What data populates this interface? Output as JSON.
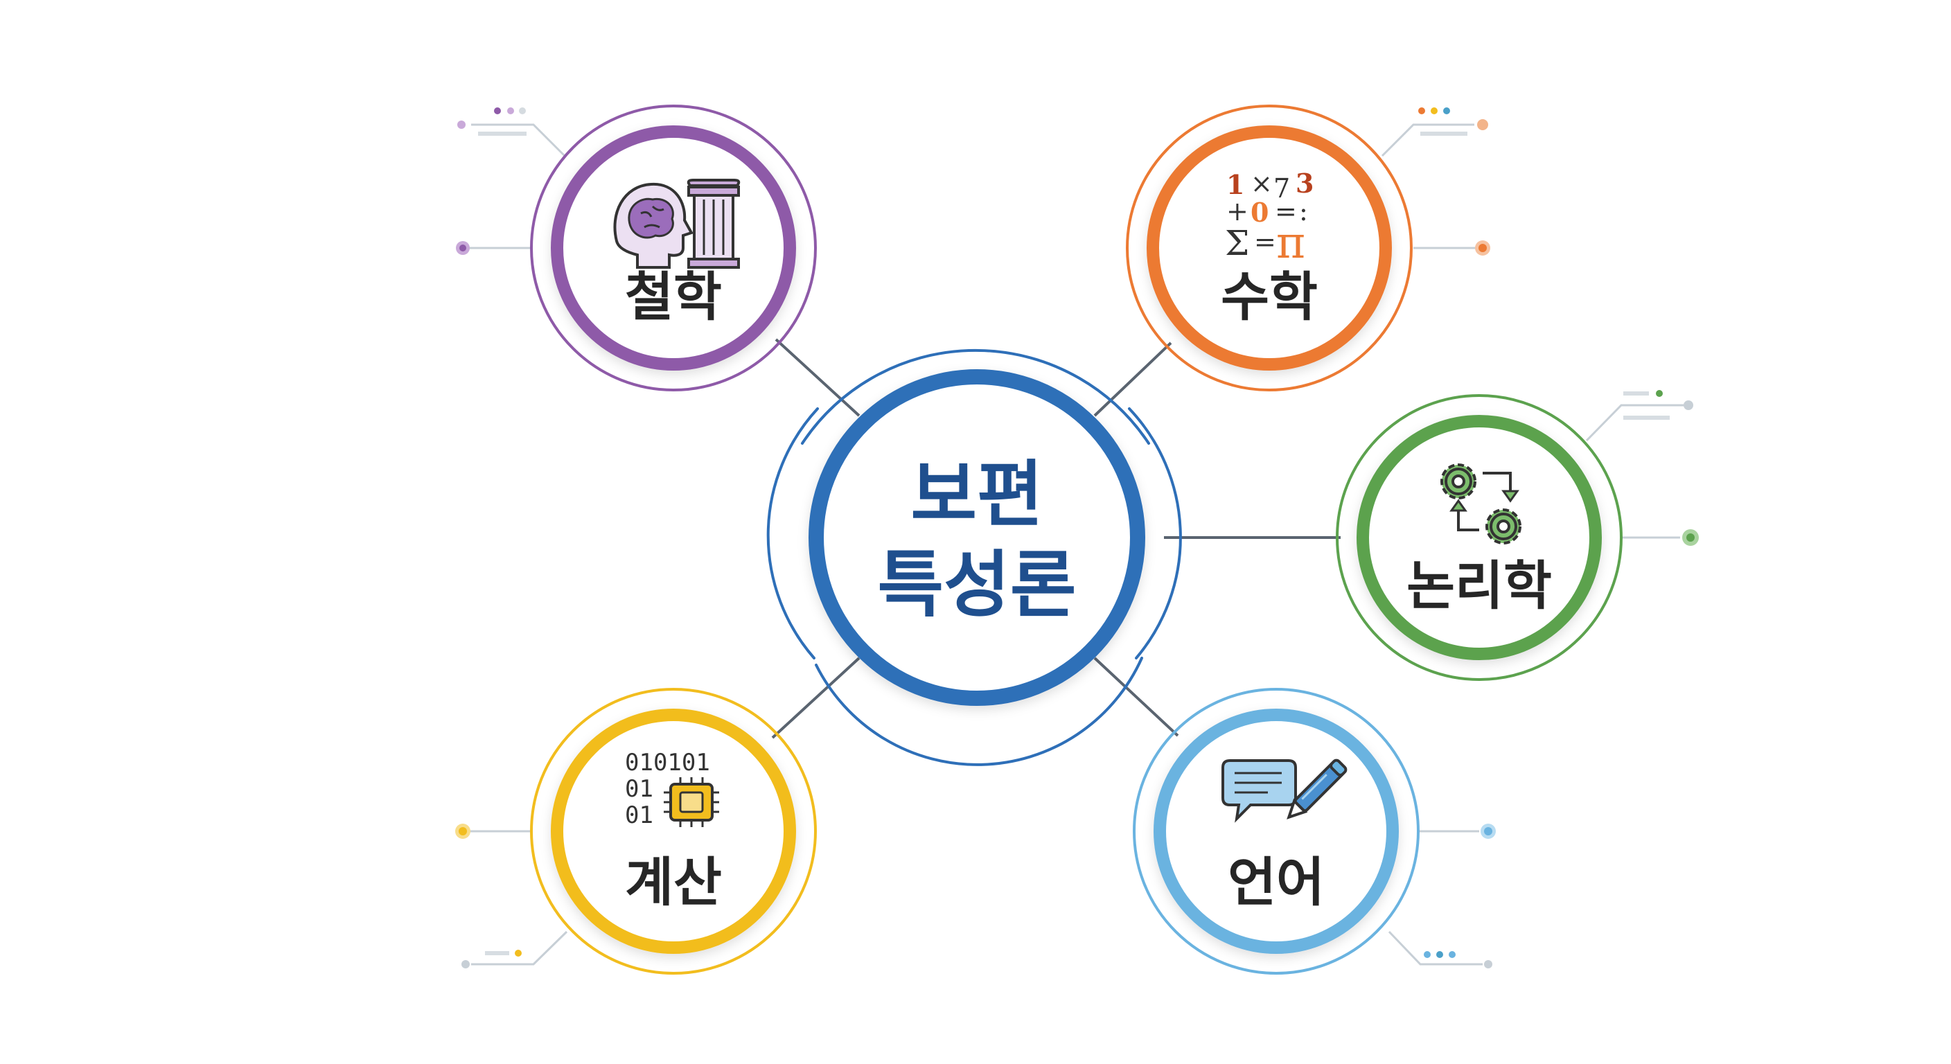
{
  "center": {
    "line1": "보편",
    "line2": "특성론"
  },
  "nodes": {
    "philosophy": {
      "label": "철학",
      "color": "#8e5aa8"
    },
    "mathematics": {
      "label": "수학",
      "color": "#ec7a33"
    },
    "logic": {
      "label": "논리학",
      "color": "#5ca24e"
    },
    "computation": {
      "label": "계산",
      "color": "#f2bd1e"
    },
    "language": {
      "label": "언어",
      "color": "#6ab3e0"
    }
  },
  "center_color": "#2e6fb8",
  "icons": {
    "philosophy": [
      "brain-head-icon",
      "pillar-icon"
    ],
    "mathematics": [
      "math-symbols-icon"
    ],
    "logic": [
      "gears-cycle-icon"
    ],
    "computation": [
      "binary-chip-icon"
    ],
    "language": [
      "speech-pen-icon"
    ]
  },
  "math_glyphs": {
    "g1": "1",
    "g2": "×",
    "g3": "7",
    "g4": "3",
    "g5": "+",
    "g6": "0",
    "g7": "=",
    "g8": ":",
    "g9": "Σ",
    "g10": "=",
    "g11": "π"
  },
  "binary_lines": {
    "row1": "010101",
    "row2": "01",
    "row3": "01"
  }
}
